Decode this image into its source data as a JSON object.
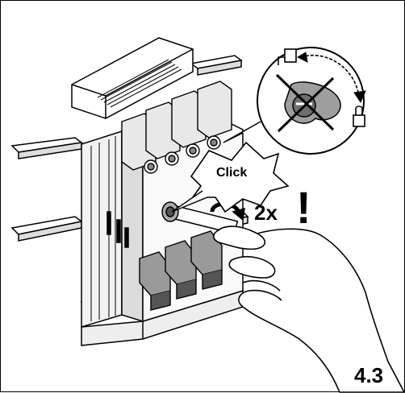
{
  "labels": {
    "click": "Click",
    "times": "2x",
    "warning": "!",
    "step": "4.3"
  },
  "colors": {
    "ink": "#000000",
    "paper": "#ffffff",
    "shade": "#bdbdbd",
    "dark": "#6e6e6e"
  }
}
